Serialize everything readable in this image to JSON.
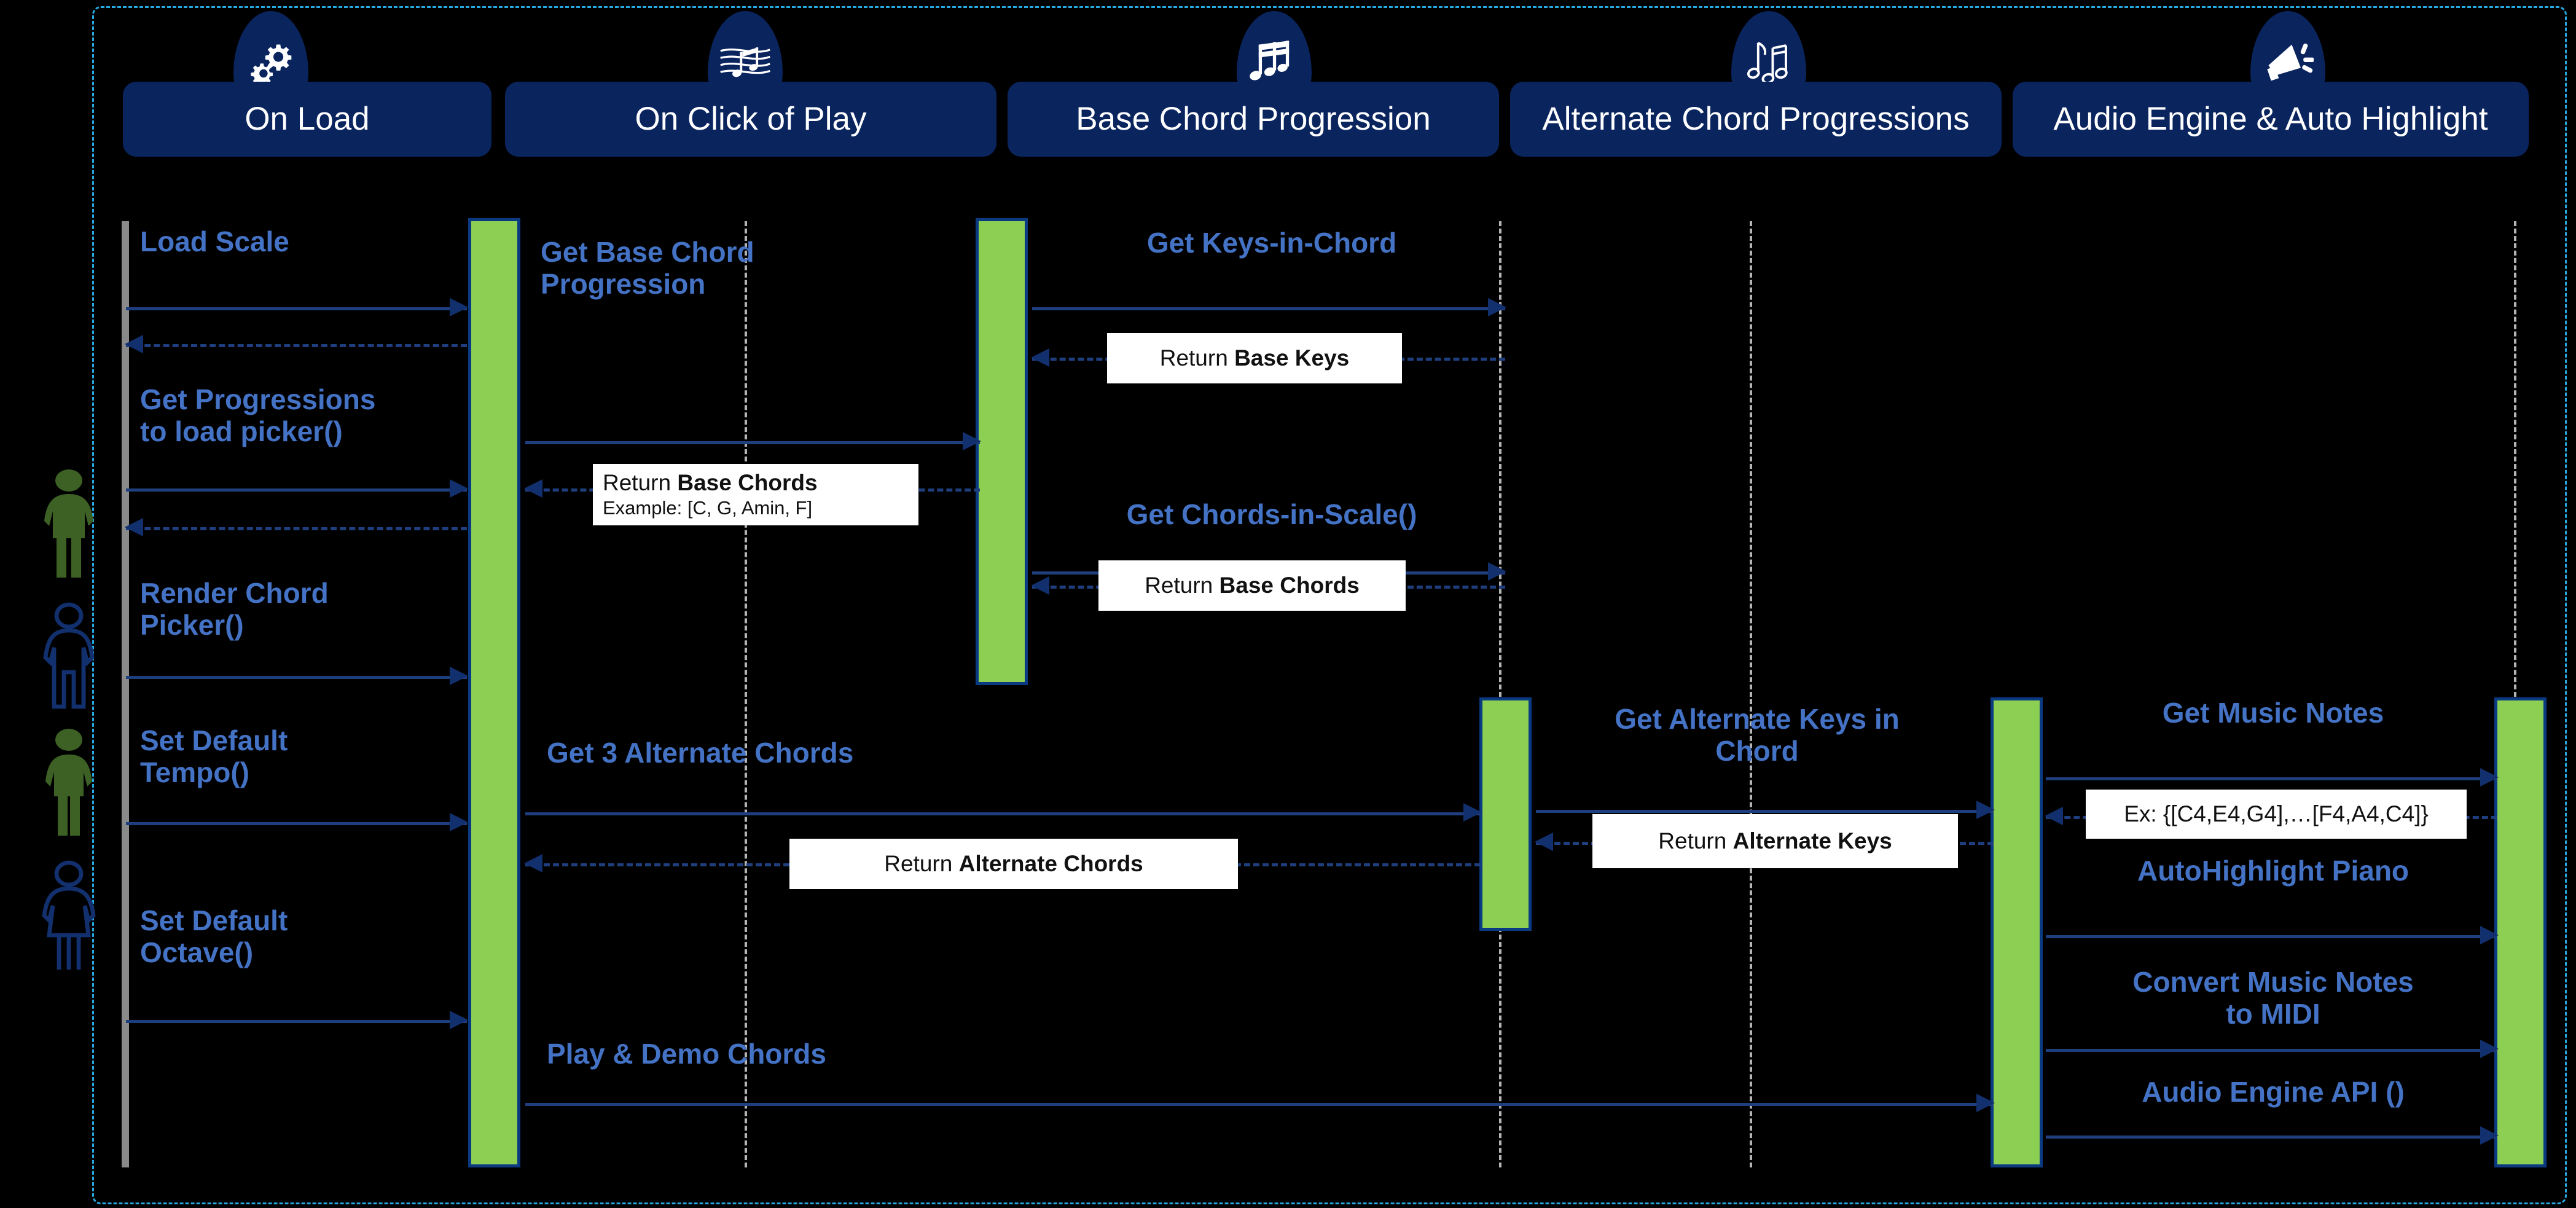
{
  "diagram": {
    "title": "Chord Progression Sequence Diagram",
    "colors": {
      "participant_fill": "#0A245E",
      "activation_fill": "#8DCF53",
      "activation_border": "#0A3A82",
      "message_label": "#4472C4",
      "arrow": "#1F3E7E",
      "frame_dash": "#27A8E0",
      "actor_green": "#3D6125",
      "actor_blue": "#12306E",
      "lifeline_grey": "#8A8A8A"
    }
  },
  "participants": [
    {
      "id": "on-load",
      "label": "On Load",
      "icon": "gears-icon"
    },
    {
      "id": "on-click-play",
      "label": "On Click of Play",
      "icon": "music-sheet-icon"
    },
    {
      "id": "base-chord",
      "label": "Base Chord\nProgression",
      "icon": "music-notes-icon"
    },
    {
      "id": "alternate-chord",
      "label": "Alternate Chord\nProgressions",
      "icon": "music-note-pair-icon"
    },
    {
      "id": "audio-engine",
      "label": "Audio Engine & Auto\nHighlight",
      "icon": "megaphone-icon"
    }
  ],
  "actors": [
    {
      "id": "actor-1",
      "shape": "woman",
      "color": "green"
    },
    {
      "id": "actor-2",
      "shape": "man",
      "color": "blue"
    },
    {
      "id": "actor-3",
      "shape": "man",
      "color": "green"
    },
    {
      "id": "actor-4",
      "shape": "woman",
      "color": "blue"
    }
  ],
  "messages": [
    {
      "id": "m1",
      "label": "Load Scale",
      "kind": "call"
    },
    {
      "id": "m2",
      "label": "Get Progressions\nto load picker()",
      "kind": "call"
    },
    {
      "id": "m3",
      "label": "Render Chord\nPicker()",
      "kind": "call"
    },
    {
      "id": "m4",
      "label": "Set Default\nTempo()",
      "kind": "call"
    },
    {
      "id": "m5",
      "label": "Set Default\nOctave()",
      "kind": "call"
    },
    {
      "id": "m6",
      "label": "Get Base Chord\nProgression",
      "kind": "call"
    },
    {
      "id": "m7",
      "label": "Get Keys-in-Chord",
      "kind": "call"
    },
    {
      "id": "m8",
      "label": "Get Chords-in-Scale()",
      "kind": "call"
    },
    {
      "id": "m9",
      "label": "Get 3 Alternate Chords",
      "kind": "call"
    },
    {
      "id": "m10",
      "label": "Get Alternate Keys in\nChord",
      "kind": "call"
    },
    {
      "id": "m11",
      "label": "Get Music Notes",
      "kind": "call"
    },
    {
      "id": "m12",
      "label": "AutoHighlight Piano",
      "kind": "call"
    },
    {
      "id": "m13",
      "label": "Play & Demo Chords",
      "kind": "call"
    },
    {
      "id": "m14",
      "label": "Convert Music Notes\nto MIDI",
      "kind": "call"
    },
    {
      "id": "m15",
      "label": "Audio Engine API ()",
      "kind": "call"
    }
  ],
  "notes": [
    {
      "id": "n1",
      "prefix": "Return ",
      "strong": "Base Keys",
      "example": ""
    },
    {
      "id": "n2",
      "prefix": "Return ",
      "strong": "Base Chords",
      "example": "Example: [C, G, Amin, F]"
    },
    {
      "id": "n3",
      "prefix": "Return ",
      "strong": "Base Chords",
      "example": ""
    },
    {
      "id": "n4",
      "prefix": "Return ",
      "strong": "Alternate Chords",
      "example": ""
    },
    {
      "id": "n5",
      "prefix": "Return ",
      "strong": "Alternate Keys",
      "example": ""
    },
    {
      "id": "n6",
      "prefix": "Ex: {[C4,E4,G4],…[F4,A4,C4]}",
      "strong": "",
      "example": ""
    }
  ]
}
